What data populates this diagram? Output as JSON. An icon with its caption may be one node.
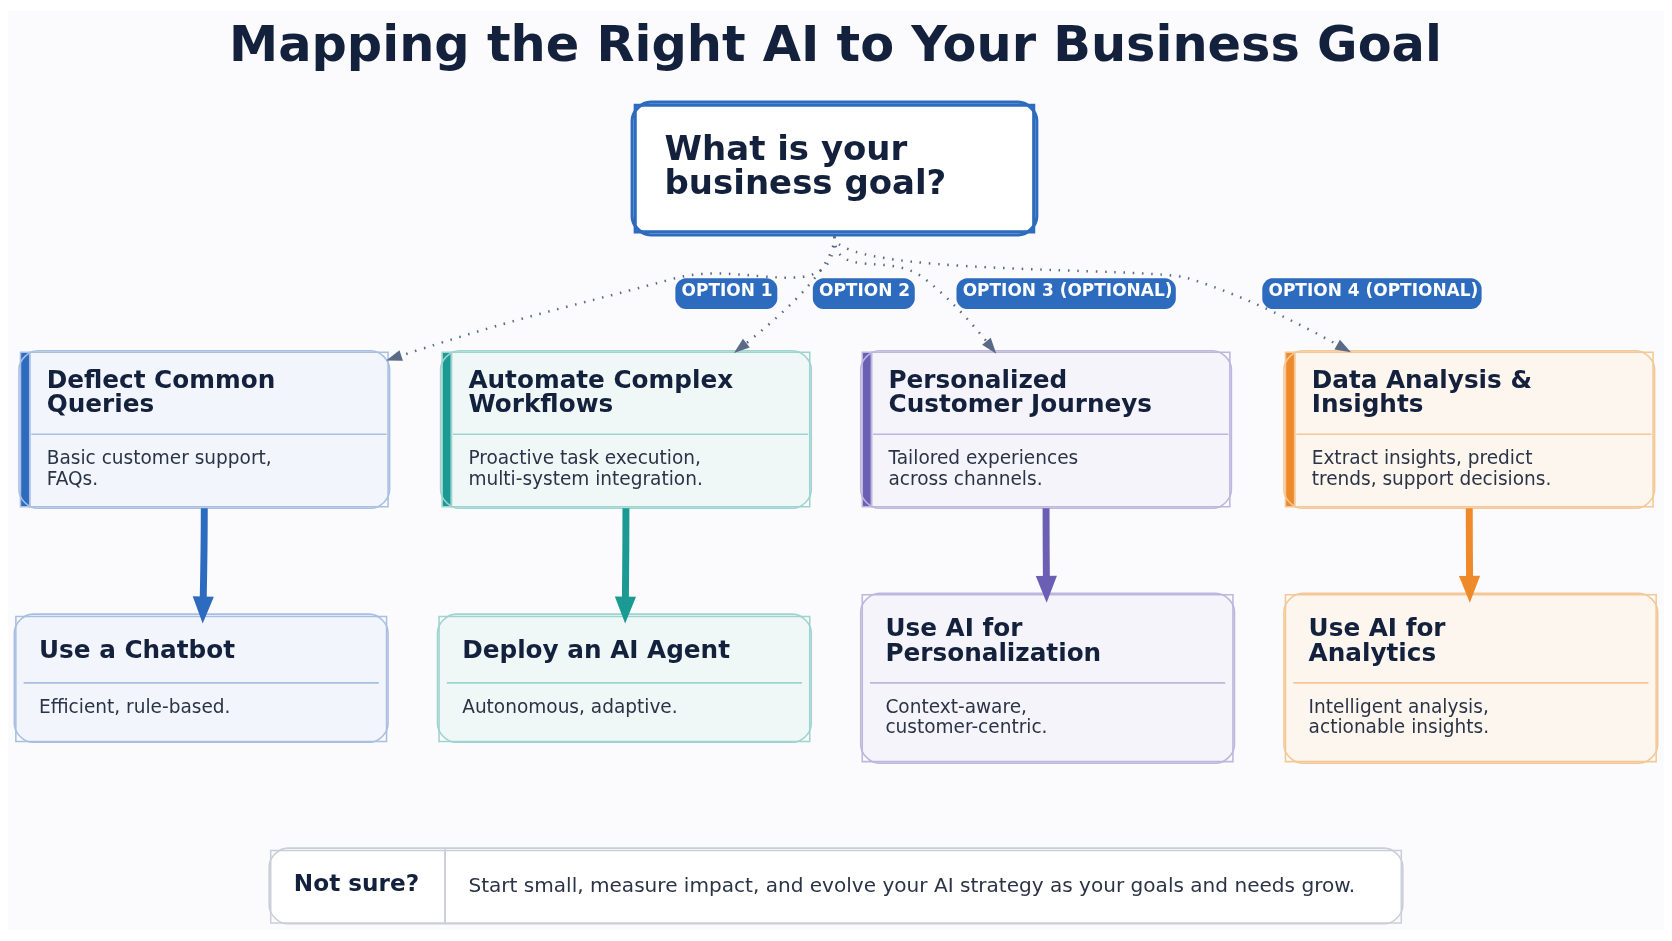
{
  "diagram": {
    "title": "Mapping the Right AI to Your Business Goal",
    "nodes": [
      {
        "text": [
          "What is your business goal?"
        ]
      },
      {
        "text": [
          "Deflect Common Queries",
          "Basic customer support, FAQs."
        ]
      },
      {
        "text": [
          "Automate Complex Workflows",
          "Proactive task execution, multi-system integration."
        ]
      },
      {
        "text": [
          "Personalized Customer Journeys",
          "Tailored experiences across channels."
        ]
      },
      {
        "text": [
          "Data Analysis & Insights",
          "Extract insights, predict trends, support decisions."
        ]
      },
      {
        "text": [
          "Use a Chatbot",
          "Efficient, rule-based."
        ]
      },
      {
        "text": [
          "Deploy an AI Agent",
          "Autonomous, adaptive."
        ]
      },
      {
        "text": [
          "Use AI for Personalization",
          "Context-aware, customer-centric."
        ]
      },
      {
        "text": [
          "Use AI for Analytics",
          "Intelligent analysis, actionable insights."
        ]
      },
      {
        "text": [
          "Not sure?",
          "Start small, measure impact, and evolve your AI strategy as your goals and needs grow."
        ]
      }
    ],
    "edges": [
      {
        "from": 0,
        "to": 1,
        "arrow": "to",
        "label": "OPTION 1",
        "style": "dashed",
        "color": "#5b6b87"
      },
      {
        "from": 0,
        "to": 2,
        "arrow": "to",
        "label": "OPTION 2",
        "style": "dashed",
        "color": "#5b6b87"
      },
      {
        "from": 0,
        "to": 3,
        "arrow": "to",
        "label": "OPTION 3 (OPTIONAL)",
        "style": "dashed",
        "color": "#5b6b87"
      },
      {
        "from": 0,
        "to": 4,
        "arrow": "to",
        "label": "OPTION 4 (OPTIONAL)",
        "style": "dashed",
        "color": "#5b6b87"
      },
      {
        "from": 1,
        "to": 5,
        "arrow": "to",
        "style": "thick",
        "color": "#2d6bbf"
      },
      {
        "from": 2,
        "to": 6,
        "arrow": "to",
        "style": "thick",
        "color": "#1b9a94"
      },
      {
        "from": 3,
        "to": 7,
        "arrow": "to",
        "style": "thick",
        "color": "#6b5fb5"
      },
      {
        "from": 4,
        "to": 8,
        "arrow": "to",
        "style": "thick",
        "color": "#ee8a2a"
      }
    ]
  }
}
